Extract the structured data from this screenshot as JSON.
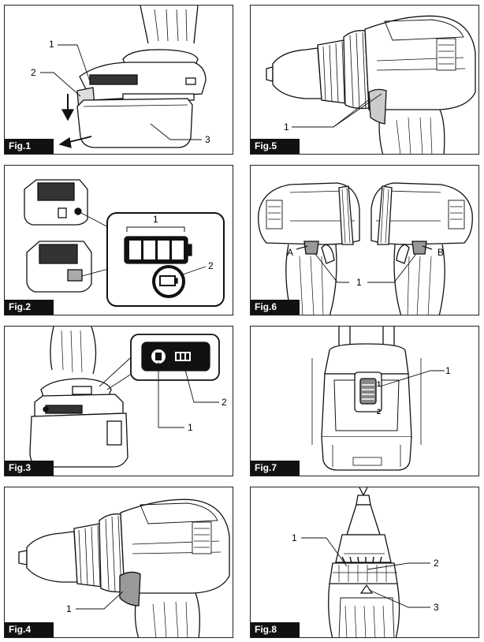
{
  "figures": [
    {
      "label": "Fig.1",
      "callouts": [
        "1",
        "2",
        "3"
      ]
    },
    {
      "label": "Fig.2",
      "callouts": [
        "1",
        "2"
      ]
    },
    {
      "label": "Fig.3",
      "callouts": [
        "1",
        "2"
      ]
    },
    {
      "label": "Fig.4",
      "callouts": [
        "1"
      ]
    },
    {
      "label": "Fig.5",
      "callouts": [
        "1"
      ]
    },
    {
      "label": "Fig.6",
      "callouts": [
        "A",
        "1",
        "B"
      ]
    },
    {
      "label": "Fig.7",
      "callouts": [
        "1",
        "1",
        "2"
      ]
    },
    {
      "label": "Fig.8",
      "callouts": [
        "1",
        "2",
        "3"
      ]
    }
  ]
}
